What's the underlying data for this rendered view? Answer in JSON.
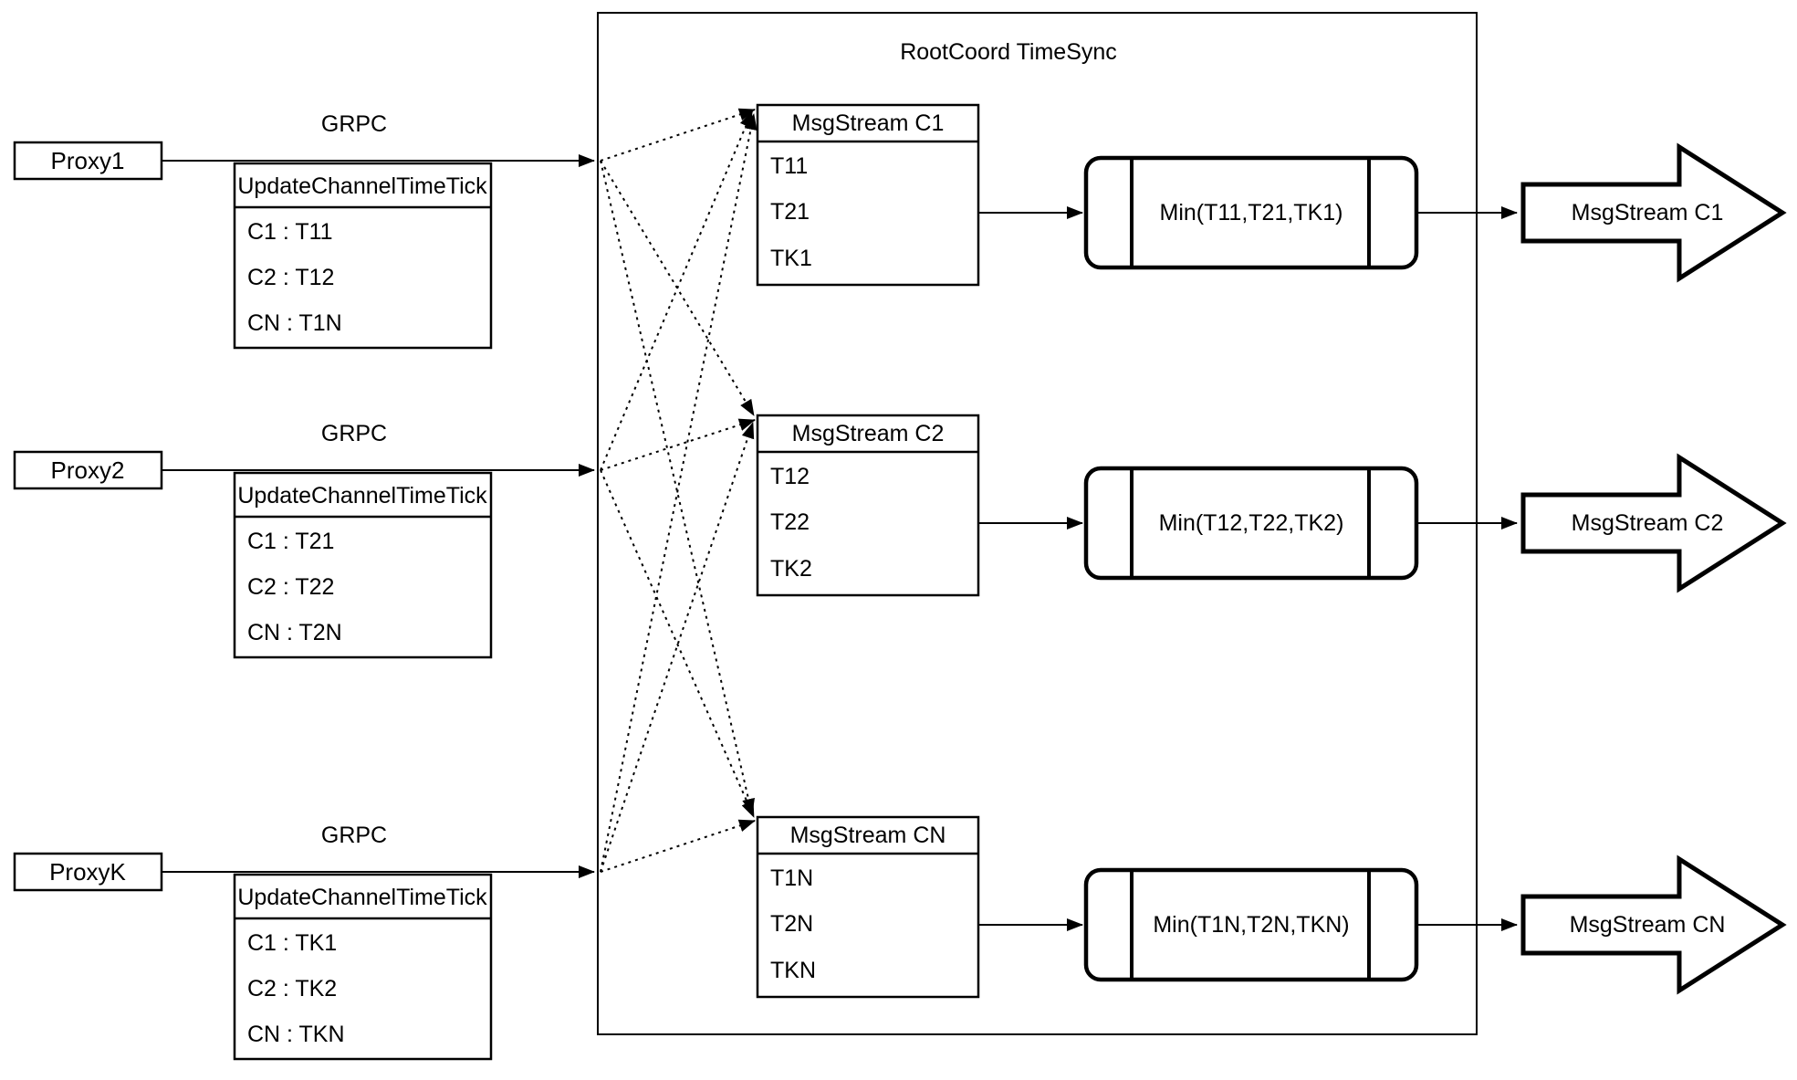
{
  "diagram": {
    "title": "RootCoord TimeSync",
    "grpc_label": "GRPC",
    "colors": {
      "stroke": "#000000",
      "background": "#ffffff"
    },
    "proxies": [
      {
        "name": "Proxy1",
        "table_header": "UpdateChannelTimeTick",
        "rows": [
          "C1 :  T11",
          "C2 :  T12",
          "CN : T1N"
        ]
      },
      {
        "name": "Proxy2",
        "table_header": "UpdateChannelTimeTick",
        "rows": [
          "C1 :  T21",
          "C2 :  T22",
          "CN : T2N"
        ]
      },
      {
        "name": "ProxyK",
        "table_header": "UpdateChannelTimeTick",
        "rows": [
          "C1 :  TK1",
          "C2 :  TK2",
          "CN : TKN"
        ]
      }
    ],
    "streams": [
      {
        "header": "MsgStream C1",
        "rows": [
          "T11",
          "T21",
          "TK1"
        ],
        "min_label": "Min(T11,T21,TK1)",
        "output_label": "MsgStream C1"
      },
      {
        "header": "MsgStream C2",
        "rows": [
          "T12",
          "T22",
          "TK2"
        ],
        "min_label": "Min(T12,T22,TK2)",
        "output_label": "MsgStream C2"
      },
      {
        "header": "MsgStream CN",
        "rows": [
          "T1N",
          "T2N",
          "TKN"
        ],
        "min_label": "Min(T1N,T2N,TKN)",
        "output_label": "MsgStream CN"
      }
    ]
  }
}
